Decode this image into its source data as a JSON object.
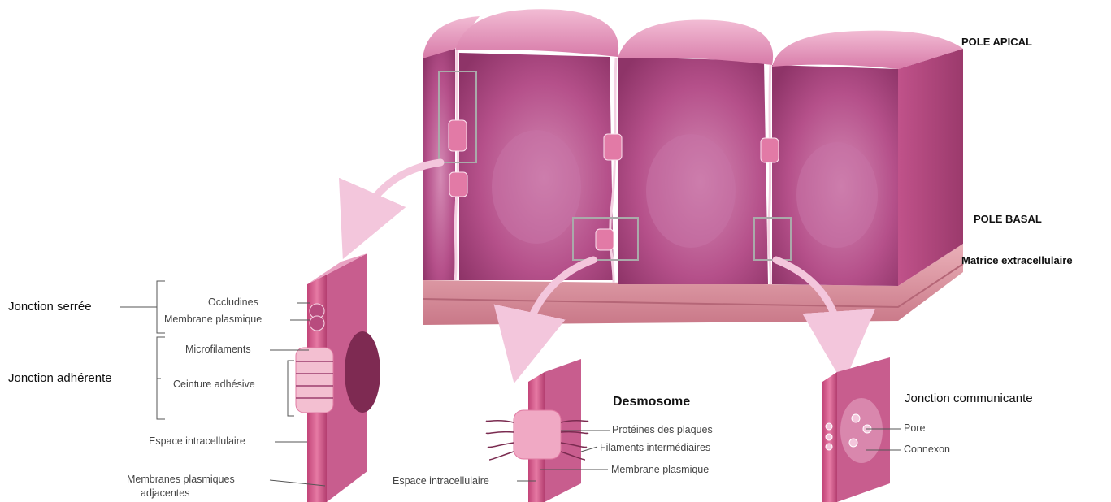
{
  "labels": {
    "pole_apical": "POLE APICAL",
    "pole_basal": "POLE BASAL",
    "matrice": "Matrice extracellulaire",
    "jonction_serree": "Jonction serrée",
    "jonction_adherente": "Jonction adhérente",
    "occludines": "Occludines",
    "membrane_plasmique_1": "Membrane plasmique",
    "microfilaments": "Microfilaments",
    "ceinture": "Ceinture adhésive",
    "espace_1": "Espace intracellulaire",
    "membranes_adj_1": "Membranes plasmiques",
    "membranes_adj_2": "adjacentes",
    "desmosome": "Desmosome",
    "proteines": "Protéines des plaques",
    "filaments": "Filaments intermédiaires",
    "membrane_plasmique_2": "Membrane plasmique",
    "espace_2": "Espace intracellulaire",
    "jonction_comm": "Jonction communicante",
    "pore": "Pore",
    "connexon": "Connexon"
  },
  "colors": {
    "cell_top": "#e9a6c4",
    "cell_body": "#c25a8f",
    "cell_dark": "#9c3f6f",
    "membrane": "#d0528a",
    "matrix": "#d98a98",
    "arrow": "#f3c6dc"
  }
}
